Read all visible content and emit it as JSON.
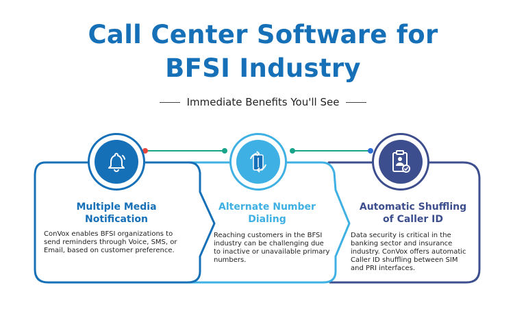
{
  "header": {
    "title_line1": "Call Center Software for",
    "title_line2": "BFSI Industry",
    "subtitle": "Immediate Benefits You'll See"
  },
  "colors": {
    "title": "#1670b8",
    "card1": "#1670b8",
    "card2": "#3fb0e3",
    "card3": "#3d4e8f",
    "dot_red": "#e5463d",
    "dot_teal": "#1aa58b",
    "dot_blue": "#2b6fd6"
  },
  "cards": [
    {
      "icon": "bell-icon",
      "title_line1": "Multiple Media",
      "title_line2": "Notification",
      "body": "ConVox enables BFSI organizations to send reminders through Voice, SMS, or Email, based on customer preference."
    },
    {
      "icon": "phone-switch-icon",
      "title_line1": "Alternate Number",
      "title_line2": "Dialing",
      "body": "Reaching customers in the BFSI industry can be challenging due to inactive or unavailable primary numbers."
    },
    {
      "icon": "id-clipboard-icon",
      "title_line1": "Automatic Shuffling",
      "title_line2": "of Caller ID",
      "body": "Data security is critical in the banking sector and insurance industry. ConVox offers automatic Caller ID shuffling between SIM and PRI interfaces."
    }
  ]
}
